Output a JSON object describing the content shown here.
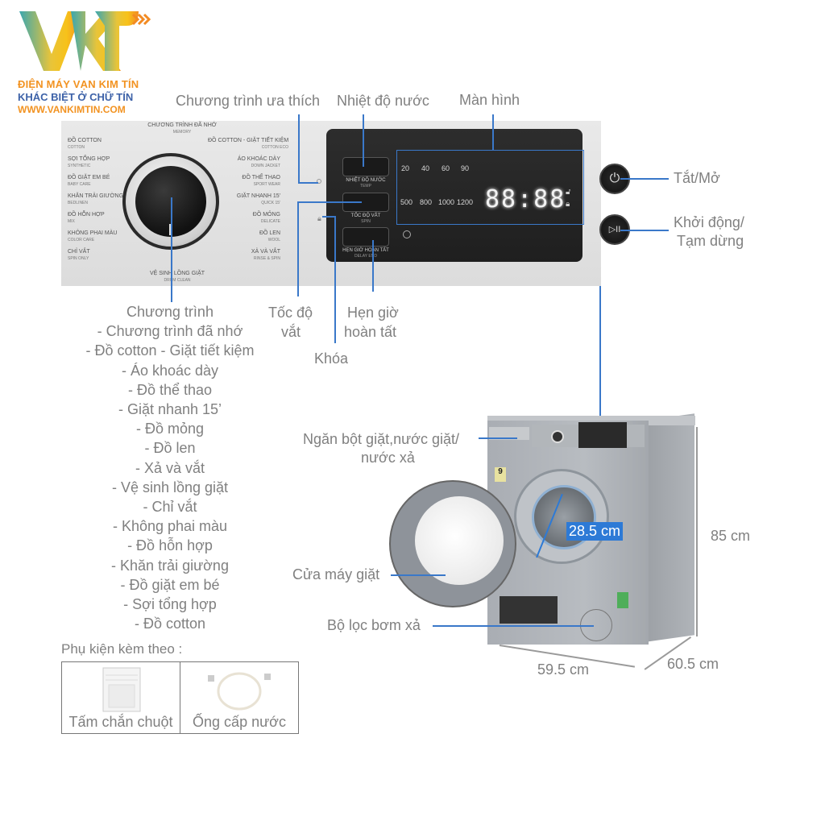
{
  "logo": {
    "mark_text": "VKT",
    "line1": "ĐIỆN MÁY VẠN KIM TÍN",
    "line2": "KHÁC BIỆT Ở CHỮ TÍN",
    "line3": "WWW.VANKIMTIN.COM",
    "colors": {
      "teal": "#3aa7b0",
      "yellow": "#f6c31a",
      "orange": "#f29322",
      "blue": "#3d62a8"
    }
  },
  "callouts": {
    "favorite_program": "Chương trình ưa thích",
    "water_temp": "Nhiệt độ nước",
    "display": "Màn hình",
    "power": "Tắt/Mở",
    "start_pause_1": "Khởi động/",
    "start_pause_2": "Tạm dừng",
    "spin_speed_1": "Tốc độ",
    "spin_speed_2": "vắt",
    "delay_end_1": "Hẹn giờ",
    "delay_end_2": "hoàn tất",
    "lock": "Khóa",
    "detergent_1": "Ngăn bột giặt,nước giặt/",
    "detergent_2": "nước xả",
    "door": "Cửa máy giặt",
    "pump_filter": "Bộ lọc bơm xả"
  },
  "dial": {
    "top": {
      "label": "CHƯƠNG TRÌNH ĐÃ NHỚ",
      "sub": "MEMORY"
    },
    "bottom": {
      "label": "VỆ SINH LỒNG GIẶT",
      "sub": "DRUM CLEAN"
    },
    "left": [
      {
        "label": "ĐỒ COTTON",
        "sub": "COTTON"
      },
      {
        "label": "SỢI TỔNG HỢP",
        "sub": "SYNTHETIC"
      },
      {
        "label": "ĐỒ GIẶT EM BÉ",
        "sub": "BABY CARE"
      },
      {
        "label": "KHĂN TRẢI GIƯỜNG",
        "sub": "BEDLINEN"
      },
      {
        "label": "ĐỒ HỖN HỢP",
        "sub": "MIX"
      },
      {
        "label": "KHÔNG PHAI MÀU",
        "sub": "COLOR CARE"
      },
      {
        "label": "CHỈ VẮT",
        "sub": "SPIN ONLY"
      }
    ],
    "right": [
      {
        "label": "ĐỒ COTTON - GIẶT TIẾT KIỆM",
        "sub": "COTTON ECO"
      },
      {
        "label": "ÁO KHOÁC DÀY",
        "sub": "DOWN JACKET"
      },
      {
        "label": "ĐỒ THỂ THAO",
        "sub": "SPORT WEAR"
      },
      {
        "label": "GIẶT NHANH 15'",
        "sub": "QUICK 15'"
      },
      {
        "label": "ĐỒ MỎNG",
        "sub": "DELICATE"
      },
      {
        "label": "ĐỒ LEN",
        "sub": "WOOL"
      },
      {
        "label": "XẢ VÀ VẮT",
        "sub": "RINSE & SPIN"
      }
    ]
  },
  "control_panel": {
    "buttons": [
      {
        "label": "NHIỆT ĐỘ NƯỚC",
        "sub": "TEMP"
      },
      {
        "label": "TỐC ĐỘ VẮT",
        "sub": "SPIN"
      },
      {
        "label": "HẸN GIỜ HOÀN TẤT",
        "sub": "DELAY END"
      }
    ],
    "temps": [
      "20",
      "40",
      "60",
      "90"
    ],
    "speeds": [
      "500",
      "800",
      "1000",
      "1200"
    ],
    "seven_segment": "88:88",
    "power_icon": "⏻",
    "start_pause_icon": "▷II"
  },
  "programs": {
    "heading": "Chương trình",
    "items": [
      "- Chương trình đã nhớ",
      "- Đồ cotton - Giặt tiết kiệm",
      "- Áo khoác dày",
      "- Đồ thể thao",
      "- Giặt nhanh 15’",
      "- Đồ mỏng",
      "- Đồ len",
      "- Xả và vắt",
      "- Vệ sinh lồng giặt",
      "- Chỉ vắt",
      "- Không phai màu",
      "- Đồ hỗn hợp",
      "- Khăn trải giường",
      "- Đồ giặt em bé",
      "- Sợi tổng hợp",
      "- Đồ cotton"
    ]
  },
  "accessories": {
    "title": "Phụ kiện kèm theo :",
    "items": [
      {
        "label": "Tấm chắn chuột",
        "icon": "rat-guard-plate"
      },
      {
        "label": "Ống cấp nước",
        "icon": "water-inlet-hose"
      }
    ]
  },
  "dimensions": {
    "door_diameter": "28.5 cm",
    "height": "85 cm",
    "width": "59.5 cm",
    "depth": "60.5 cm",
    "energy_badge": "9"
  },
  "colors": {
    "callout_line": "#3a78c9",
    "label_gray": "#808080",
    "badge_blue": "#2d7ad6"
  }
}
